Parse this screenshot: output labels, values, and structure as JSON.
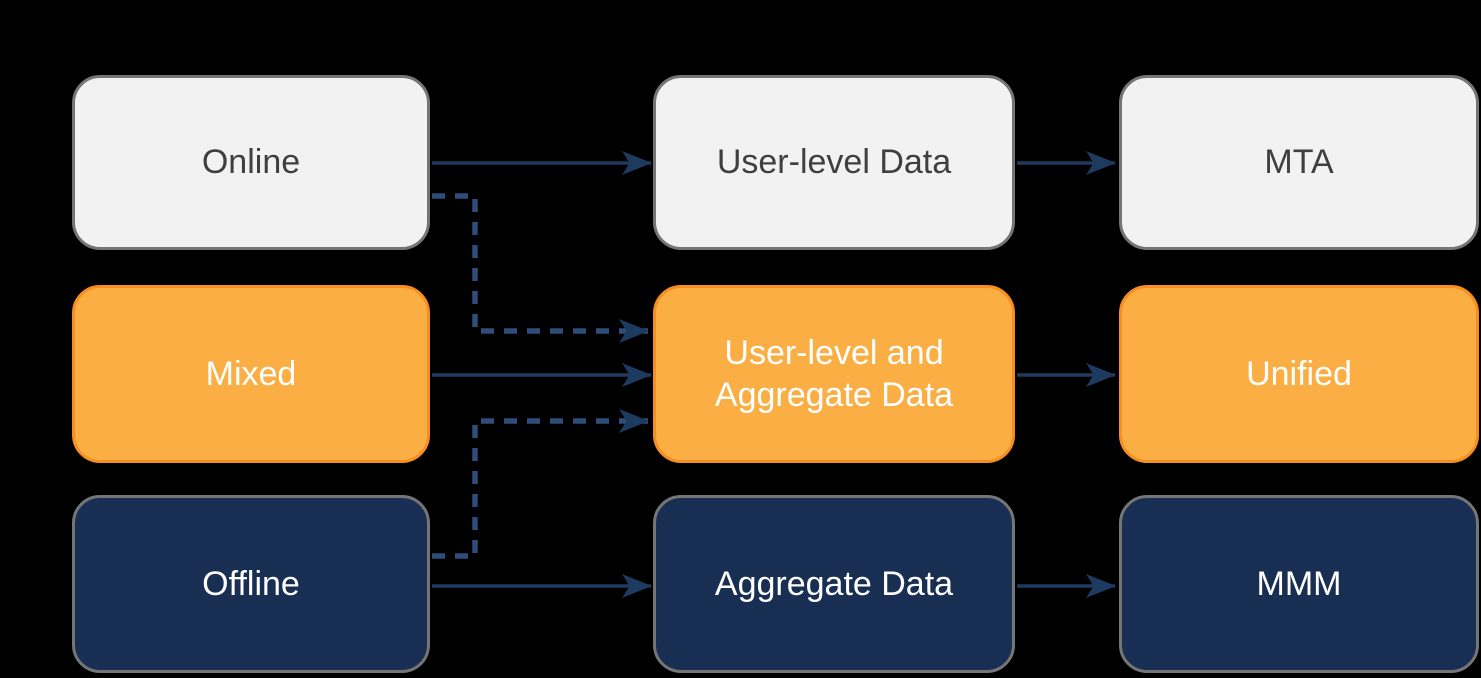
{
  "diagram": {
    "title": "",
    "description": "Flow diagram mapping data collection sources to data types to marketing attribution methods",
    "nodes": {
      "online": {
        "label": "Online"
      },
      "user_level_data": {
        "label": "User-level Data"
      },
      "mta": {
        "label": "MTA"
      },
      "mixed": {
        "label": "Mixed"
      },
      "user_level_and_aggregate_data": {
        "label": "User-level and Aggregate Data"
      },
      "unified": {
        "label": "Unified"
      },
      "offline": {
        "label": "Offline"
      },
      "aggregate_data": {
        "label": "Aggregate Data"
      },
      "mmm": {
        "label": "MMM"
      }
    },
    "connectors": [
      {
        "from": "online",
        "to": "user_level_data",
        "style": "solid"
      },
      {
        "from": "user_level_data",
        "to": "mta",
        "style": "solid"
      },
      {
        "from": "mixed",
        "to": "user_level_and_aggregate_data",
        "style": "solid"
      },
      {
        "from": "user_level_and_aggregate_data",
        "to": "unified",
        "style": "solid"
      },
      {
        "from": "offline",
        "to": "aggregate_data",
        "style": "solid"
      },
      {
        "from": "aggregate_data",
        "to": "mmm",
        "style": "solid"
      },
      {
        "from": "online",
        "to": "user_level_and_aggregate_data",
        "style": "dashed"
      },
      {
        "from": "offline",
        "to": "user_level_and_aggregate_data",
        "style": "dashed"
      }
    ],
    "colors": {
      "background": "#000000",
      "light_fill": "#F2F2F2",
      "light_border": "#757575",
      "light_text": "#3F3F3F",
      "orange_fill": "#FBAE44",
      "orange_border": "#F78E20",
      "navy_fill": "#182F53",
      "navy_border": "#757575",
      "box_text_on_dark": "#FFFFFF",
      "arrow_solid": "#1E3A5F",
      "arrow_dashed": "#2E4D7B"
    }
  }
}
